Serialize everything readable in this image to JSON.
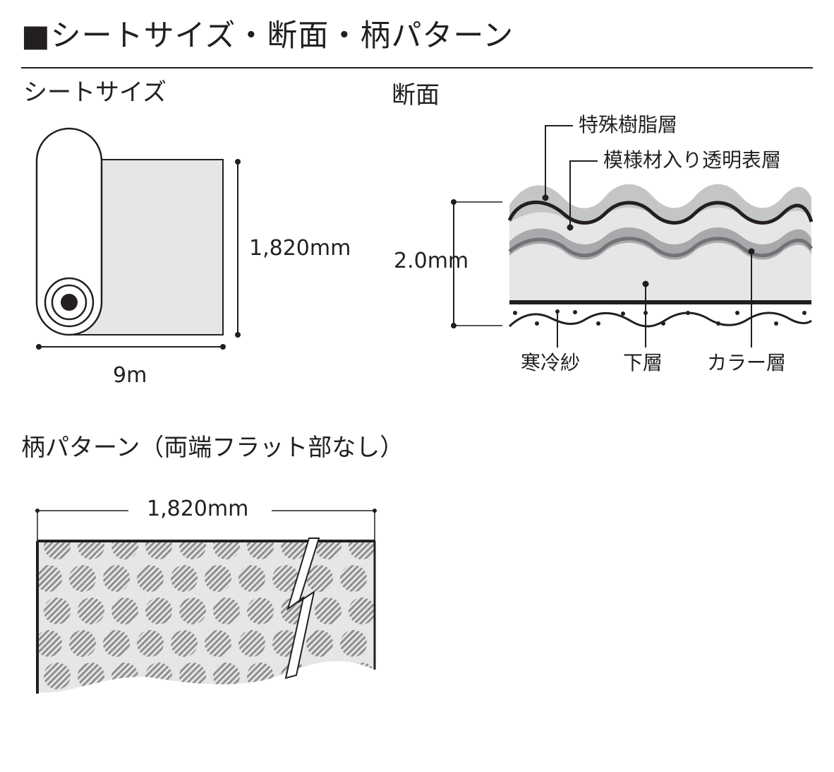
{
  "page_title": "■シートサイズ・断面・柄パターン",
  "sheet_size": {
    "heading": "シートサイズ",
    "width_label": "1,820mm",
    "length_label": "9m"
  },
  "cross_section": {
    "heading": "断面",
    "thickness_label": "2.0mm",
    "layers": {
      "top": "特殊樹脂層",
      "clear": "模様材入り透明表層",
      "scrim": "寒冷紗",
      "lower": "下層",
      "color": "カラー層"
    }
  },
  "pattern": {
    "heading": "柄パターン（両端フラット部なし）",
    "width_label": "1,820mm"
  },
  "colors": {
    "ink": "#231f20",
    "light_gray": "#e6e6e7",
    "mid_gray": "#c4c5c7",
    "dark_gray": "#727376",
    "stripe_gray": "#8d8e90"
  }
}
